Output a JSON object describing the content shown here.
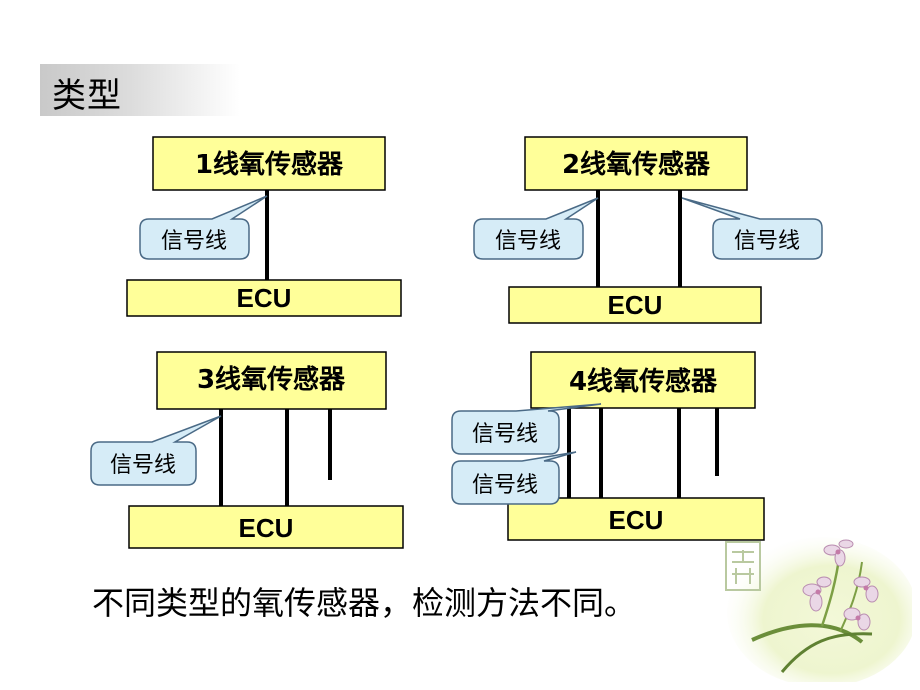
{
  "title": "类型",
  "caption": "不同类型的氧传感器，检测方法不同。",
  "colors": {
    "box_fill": "#ffff99",
    "callout_fill": "#d6ecf7",
    "title_bar": "#c9c9c9"
  },
  "diagrams": [
    {
      "sensor_label": "1线氧传感器",
      "ecu_label": "ECU",
      "callouts": [
        "信号线"
      ]
    },
    {
      "sensor_label": "2线氧传感器",
      "ecu_label": "ECU",
      "callouts": [
        "信号线",
        "信号线"
      ]
    },
    {
      "sensor_label": "3线氧传感器",
      "ecu_label": "ECU",
      "callouts": [
        "信号线"
      ]
    },
    {
      "sensor_label": "4线氧传感器",
      "ecu_label": "ECU",
      "callouts": [
        "信号线",
        "信号线"
      ]
    }
  ],
  "decoration": {
    "icon": "orchid-flower-icon",
    "seal": "decorative-seal-icon"
  }
}
